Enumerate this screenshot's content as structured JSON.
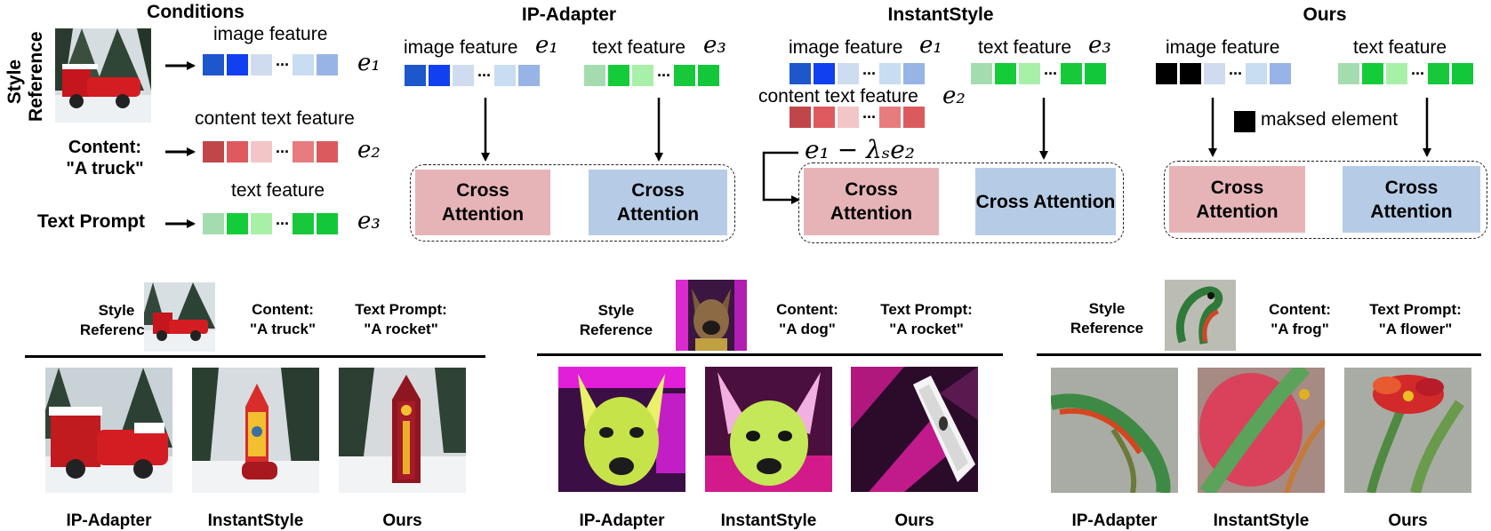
{
  "colors": {
    "blue": [
      "#1e56cc",
      "#1040f0",
      "#cfdcef",
      "#c8dcf2",
      "#98b4e6"
    ],
    "red": [
      "#c0464a",
      "#de5a5e",
      "#f2c6c6",
      "#e67c7e",
      "#da5a5e"
    ],
    "green": [
      "#a4dcb0",
      "#14cc3a",
      "#a8f0a8",
      "#16c83a",
      "#12c83a"
    ],
    "black": "#000000",
    "cross_pink": "#e6b4b7",
    "cross_blue": "#b6cce6"
  },
  "conditions": {
    "title": "Conditions",
    "style_reference": "Style Reference",
    "image_feature": "image feature",
    "e1": "e₁",
    "content_label_1": "Content:",
    "content_label_2": "\"A truck\"",
    "content_text_feature": "content text feature",
    "e2": "e₂",
    "text_feature": "text feature",
    "text_prompt": "Text Prompt",
    "e3": "e₃"
  },
  "ipadapter": {
    "title": "IP-Adapter",
    "image_feature": "image feature",
    "e1": "e₁",
    "text_feature": "text feature",
    "e3": "e₃",
    "cross_left": "Cross Attention",
    "cross_right": "Cross Attention"
  },
  "instantstyle": {
    "title": "InstantStyle",
    "image_feature": "image feature",
    "e1": "e₁",
    "text_feature": "text feature",
    "e3": "e₃",
    "content_text_feature": "content text feature",
    "e2": "e₂",
    "formula": "e₁ − λₛe₂",
    "cross_left": "Cross Attention",
    "cross_right": "Cross Attention"
  },
  "ours": {
    "title": "Ours",
    "image_feature": "image feature",
    "text_feature": "text feature",
    "masked": "maksed element",
    "cross_left": "Cross Attention",
    "cross_right": "Cross Attention"
  },
  "examples": [
    {
      "style_label": "Style Reference",
      "content_label": "Content:",
      "content_value": "\"A truck\"",
      "prompt_label": "Text Prompt:",
      "prompt_value": "\"A rocket\"",
      "methods": [
        "IP-Adapter",
        "InstantStyle",
        "Ours"
      ]
    },
    {
      "style_label": "Style Reference",
      "content_label": "Content:",
      "content_value": "\"A dog\"",
      "prompt_label": "Text Prompt:",
      "prompt_value": "\"A rocket\"",
      "methods": [
        "IP-Adapter",
        "InstantStyle",
        "Ours"
      ]
    },
    {
      "style_label": "Style Reference",
      "content_label": "Content:",
      "content_value": "\"A frog\"",
      "prompt_label": "Text Prompt:",
      "prompt_value": "\"A flower\"",
      "methods": [
        "IP-Adapter",
        "InstantStyle",
        "Ours"
      ]
    }
  ]
}
